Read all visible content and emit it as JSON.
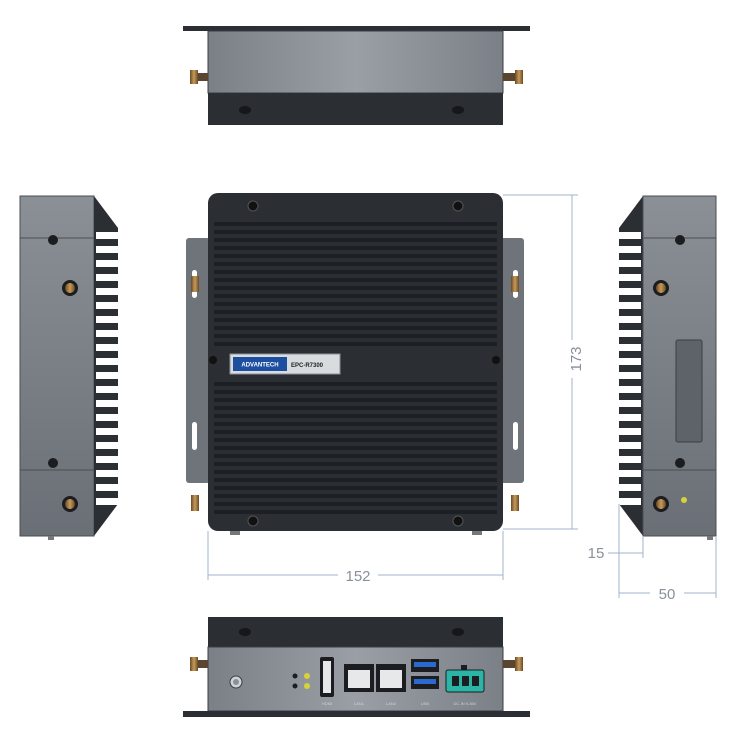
{
  "product": {
    "model_label": "EPC-R7300",
    "brand_badge": "ADVANTECH"
  },
  "dimensions": {
    "height": "173",
    "width": "152",
    "depth": "50",
    "offset": "15"
  },
  "ports": {
    "hdmi": "HDMI",
    "lan1": "LAN1",
    "lan2": "LAN2",
    "usb": "USB",
    "dc_in": "DC-IN 9-36V"
  },
  "colors": {
    "body_dark": "#2b2e33",
    "body_mid": "#3a3e44",
    "side_grey": "#777c83",
    "bracket": "#6f747b",
    "dimension_line": "#9fb4cc",
    "connector_green": "#2bb5a6",
    "led_yellow": "#d8d23a"
  }
}
